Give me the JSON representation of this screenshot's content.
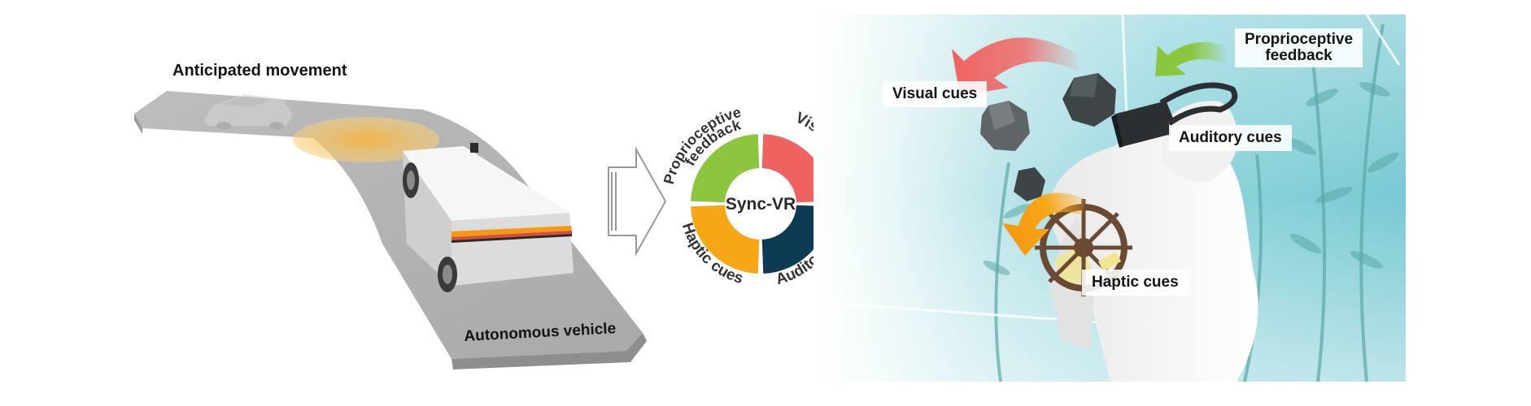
{
  "left_panel": {
    "anticipated_label": "Anticipated movement",
    "vehicle_label": "Autonomous vehicle"
  },
  "center_ring": {
    "center_label": "Sync-VR",
    "segments": [
      {
        "label": "Proprioceptive feedback",
        "line1": "Proprioceptive",
        "line2": "feedback",
        "color": "#8cc63f"
      },
      {
        "label": "Visual cues",
        "color": "#f0625f"
      },
      {
        "label": "Auditory cues",
        "color": "#0e3b54"
      },
      {
        "label": "Haptic cues",
        "color": "#f7a716"
      }
    ]
  },
  "right_panel": {
    "visual_label": "Visual cues",
    "proprio_line1": "Proprioceptive",
    "proprio_line2": "feedback",
    "auditory_label": "Auditory cues",
    "haptic_label": "Haptic cues"
  },
  "colors": {
    "arrow_red": "#f0625f",
    "arrow_green": "#8cc63f",
    "arrow_orange": "#f7a716",
    "scene_teal": "#7fd3dc"
  },
  "icons": [
    "flow-arrow-icon",
    "vr-headset-icon",
    "steering-wheel-icon"
  ]
}
